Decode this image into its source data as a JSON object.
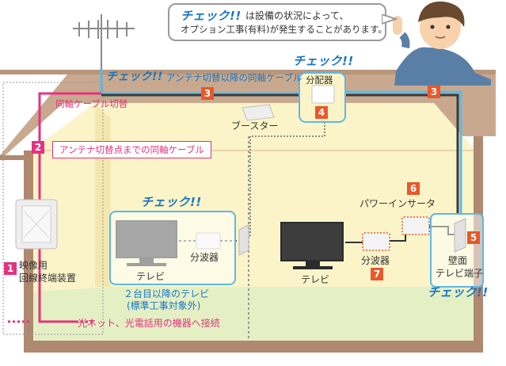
{
  "bubble": {
    "check_label": "チェック!!",
    "line1": "は設備の状況によって、",
    "line2": "オプション工事(有料)が発生することがあります。"
  },
  "top": {
    "check_left": "チェック!!",
    "antenna_cable_label": "アンテナ切替以降の同軸ケーブル",
    "check_splitter": "チェック!!",
    "splitter_label": "分配器",
    "coax_switch_label": "同軸ケーブル切替",
    "booster_label": "ブースター"
  },
  "left": {
    "antenna_cable_label": "アンテナ切替点までの同軸ケーブル",
    "onu_label_line1": "映像用",
    "onu_label_line2": "回線終端装置",
    "connect_label": "光ネット、光電話用の機器へ接続"
  },
  "room_left": {
    "check_label": "チェック!!",
    "tv_label": "テレビ",
    "splitter_label": "分波器",
    "note_line1": "２台目以降のテレビ",
    "note_line2": "(標準工事対象外)"
  },
  "room_right": {
    "tv_label": "テレビ",
    "splitter_label": "分波器",
    "power_inserter_label": "パワーインサータ",
    "wall_label_line1": "壁面",
    "wall_label_line2": "テレビ端子",
    "check_label": "チェック!!"
  },
  "badges": [
    "1",
    "2",
    "3",
    "3",
    "4",
    "5",
    "6",
    "7"
  ],
  "colors": {
    "pink": "#e3337f",
    "orange": "#e8582a",
    "cable_blue": "#5fb8e3",
    "check_blue": "#1a75c4",
    "wall": "#fbf4c8",
    "floor": "#e4f0c4",
    "roof": "#c8a98f",
    "frame": "#ae8970"
  }
}
